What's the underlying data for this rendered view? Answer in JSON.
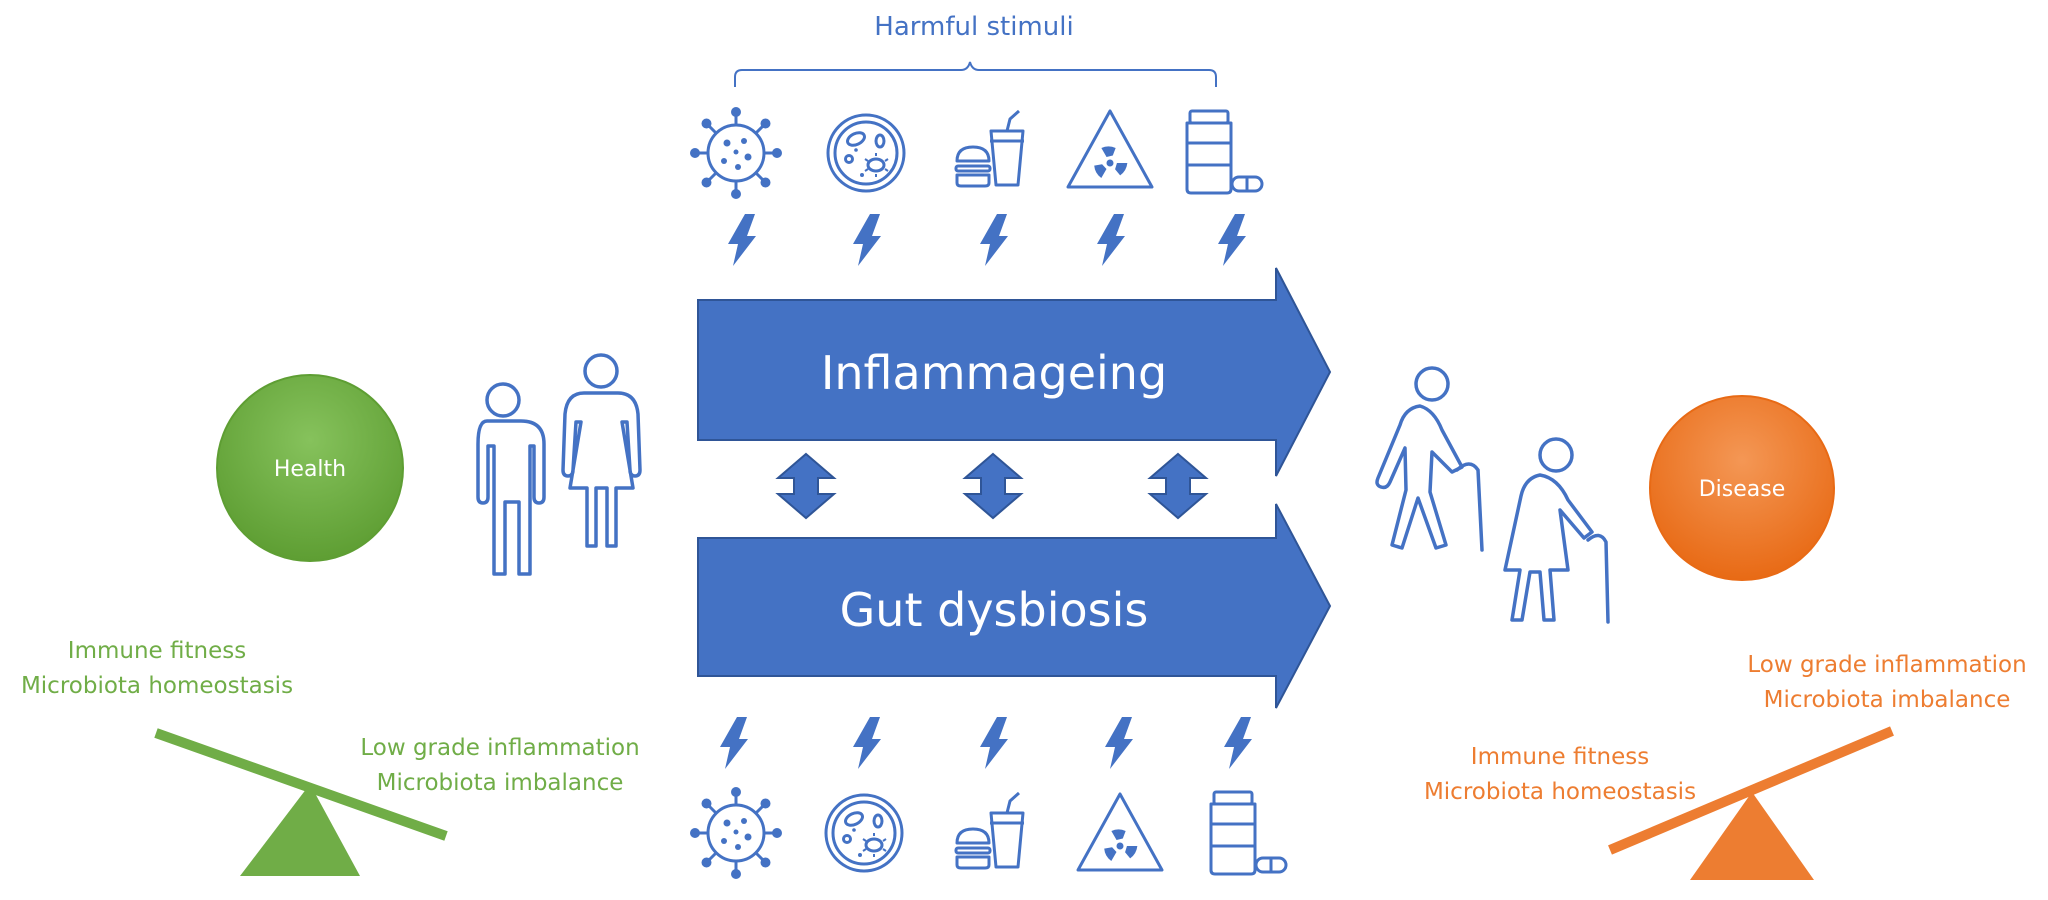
{
  "header": {
    "title": "Harmful stimuli"
  },
  "arrows": {
    "top_label": "Inflammageing",
    "bottom_label": "Gut dysbiosis"
  },
  "states": {
    "health": "Health",
    "disease": "Disease"
  },
  "balance_left": {
    "raised": [
      "Immune fitness",
      "Microbiota homeostasis"
    ],
    "lowered": [
      "Low grade inflammation",
      "Microbiota imbalance"
    ]
  },
  "balance_right": {
    "raised": [
      "Low grade inflammation",
      "Microbiota imbalance"
    ],
    "lowered": [
      "Immune fitness",
      "Microbiota homeostasis"
    ]
  },
  "stimuli_icons": [
    "virus-icon",
    "bacteria-petri-dish-icon",
    "fast-food-icon",
    "radiation-warning-icon",
    "medication-bottle-icon"
  ],
  "colors": {
    "blue": "#4472C4",
    "green": "#70AD47",
    "orange": "#ED7D31"
  }
}
